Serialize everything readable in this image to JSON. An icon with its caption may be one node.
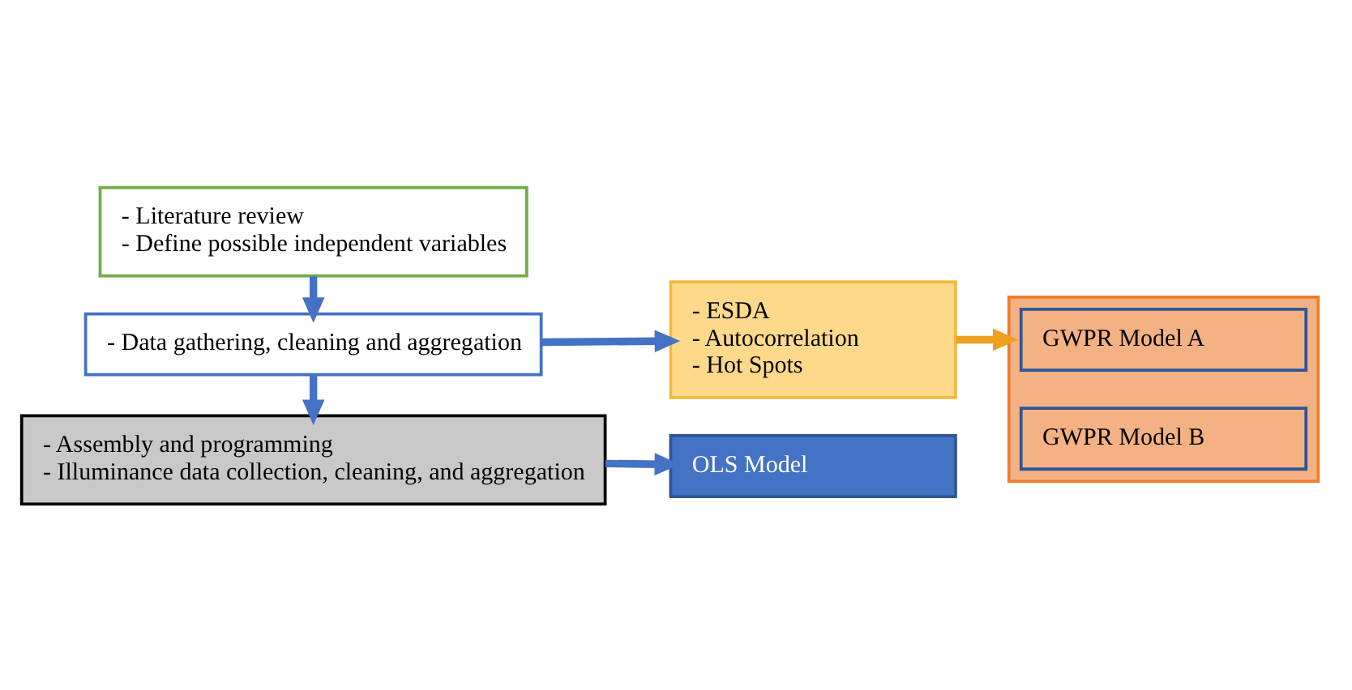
{
  "diagram": {
    "nodes": [
      {
        "text": [
          "- Literature review",
          "- Define possible independent variables"
        ]
      },
      {
        "text": [
          "- Data gathering, cleaning and aggregation"
        ]
      },
      {
        "text": [
          "- ESDA",
          "- Autocorrelation",
          "- Hot Spots"
        ]
      },
      {
        "text": [],
        "shape": "box"
      },
      {
        "text": [
          "GWPR Model A"
        ],
        "in": 3
      },
      {
        "text": [
          "GWPR Model B"
        ],
        "in": 3
      },
      {
        "text": [
          "- Assembly and programming",
          "- Illuminance data collection, cleaning, and aggregation"
        ]
      },
      {
        "text": [
          "OLS Model"
        ]
      }
    ],
    "edges": [
      {
        "from": 0,
        "to": 1,
        "arrow": "to"
      },
      {
        "from": 1,
        "to": 2,
        "arrow": "to"
      },
      {
        "from": 2,
        "to": 3,
        "arrow": "to",
        "color": "#f0a020"
      },
      {
        "from": 1,
        "to": 6,
        "arrow": "to"
      },
      {
        "from": 6,
        "to": 7,
        "arrow": "to"
      }
    ]
  }
}
